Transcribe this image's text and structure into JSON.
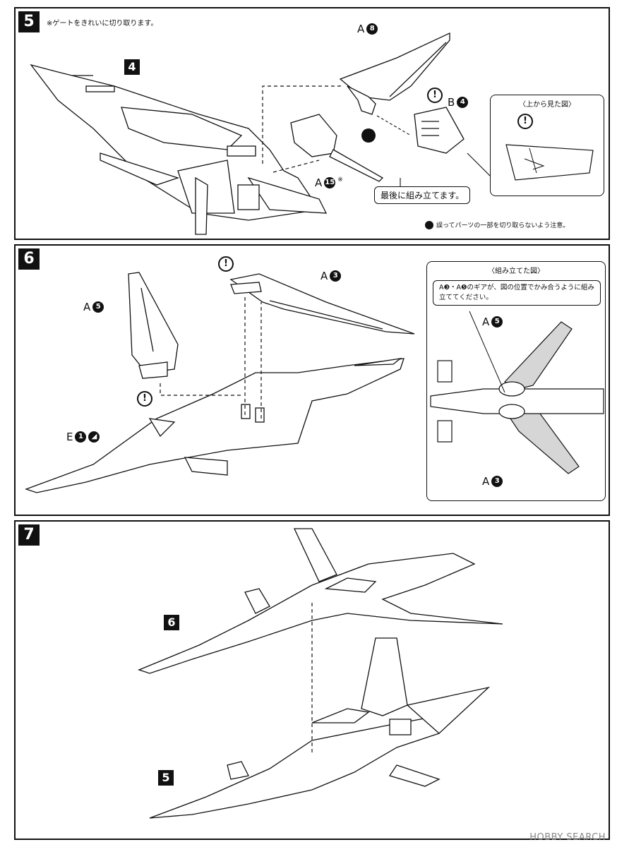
{
  "step5": {
    "number": "5",
    "gate_note": "※ゲートをきれいに切り取ります。",
    "label_a8_letter": "A",
    "label_a8_num": "8",
    "label_b4_letter": "B",
    "label_b4_num": "4",
    "label_a15_letter": "A",
    "label_a15_num": "15",
    "label_a15_mark": "※",
    "ref_step": "4",
    "callout": "最後に組み立てます。",
    "top_view_title": "〈上から見た図〉",
    "caution_note": "誤ってパーツの一部を切り取らないよう注意。"
  },
  "step6": {
    "number": "6",
    "label_a5_letter": "A",
    "label_a5_num": "5",
    "label_a3_letter": "A",
    "label_a3_num": "3",
    "label_e1_letter": "E",
    "label_e1_num": "1",
    "assembled_title": "〈組み立てた図〉",
    "assembled_note": "A❸・A❺のギアが、図の位置でかみ合うように組み立ててください。",
    "inset_a5_letter": "A",
    "inset_a5_num": "5",
    "inset_a3_letter": "A",
    "inset_a3_num": "3"
  },
  "step7": {
    "number": "7",
    "ref_upper": "6",
    "ref_lower": "5"
  },
  "watermark": "HOBBY SEARCH"
}
